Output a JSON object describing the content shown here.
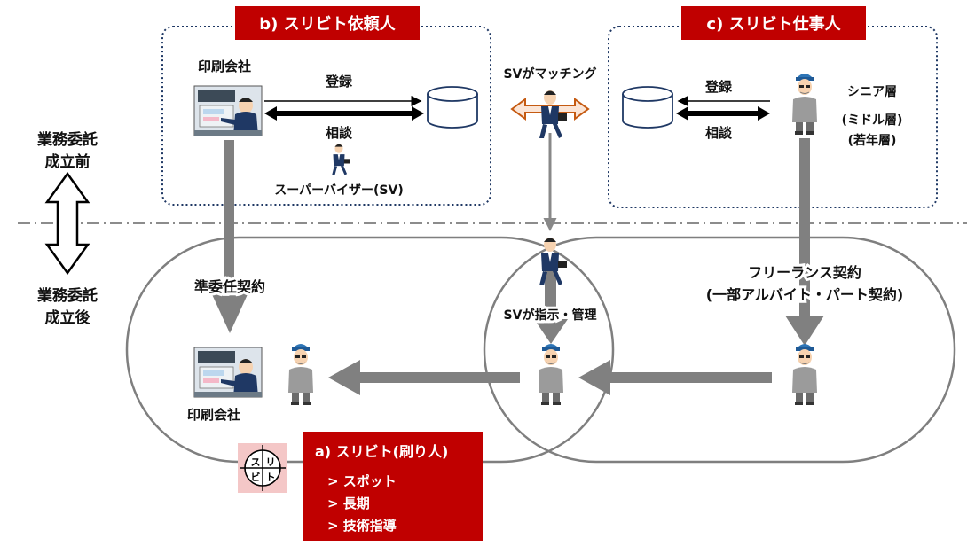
{
  "header_b": "b) スリビト依頼人",
  "header_c": "c) スリビト仕事人",
  "left": {
    "pre_line1": "業務委託",
    "pre_line2": "成立前",
    "post_line1": "業務委託",
    "post_line2": "成立後"
  },
  "b_box": {
    "company": "印刷会社",
    "register": "登録",
    "consult": "相談",
    "sv": "スーパーバイザー(SV)"
  },
  "matching": "SVがマッチング",
  "c_box": {
    "register": "登録",
    "consult": "相談",
    "senior": "シニア層",
    "middle": "(ミドル層)",
    "young": "(若年層)"
  },
  "bottom": {
    "quasi": "準委任契約",
    "freelance1": "フリーランス契約",
    "freelance2": "(一部アルバイト・パート契約)",
    "sv_manage": "SVが指示・管理",
    "company": "印刷会社"
  },
  "logo": {
    "c1": "ス",
    "c2": "リ",
    "c3": "ビ",
    "c4": "ト"
  },
  "a_box": {
    "title": "a) スリビト(刷り人)",
    "items": [
      "> スポット",
      "> 長期",
      "> 技術指導"
    ]
  },
  "colors": {
    "red": "#c00000",
    "arrow_gray": "#808080",
    "sv_arrow": "#c55a11",
    "navy": "#1f3864"
  }
}
